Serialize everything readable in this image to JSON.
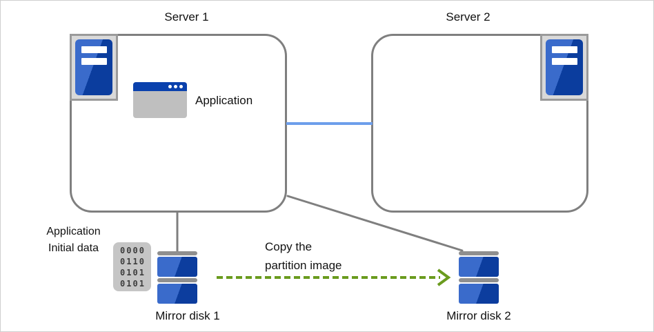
{
  "colors": {
    "box_border_gray": "#7f7f7f",
    "connector_gray": "#7f7f7f",
    "network_link_blue": "#6d9eeb",
    "copy_arrow_green": "#6a9b1e",
    "tower_blue_light": "#3a6bcb",
    "tower_blue_dark": "#0b3d9e",
    "icon_frame_fill": "#d9d9d9",
    "icon_frame_border": "#9a9a9a",
    "window_titlebar_blue": "#0a41ad",
    "window_body_gray": "#bfbfbf",
    "disk_cap_gray": "#8f8f8f",
    "binary_panel_gray": "#c5c5c5",
    "binary_text_gray": "#3d3d3d"
  },
  "nodes": {
    "server1": {
      "label": "Server 1"
    },
    "server2": {
      "label": "Server 2"
    },
    "application": {
      "label": "Application"
    },
    "initial_data": {
      "label_line1": "Application",
      "label_line2": "Initial data",
      "binary_rows": [
        "0000",
        "0110",
        "0101",
        "0101"
      ]
    },
    "mirror_disk1": {
      "label": "Mirror disk 1"
    },
    "mirror_disk2": {
      "label": "Mirror disk 2"
    }
  },
  "annotations": {
    "copy_arrow": {
      "label_line1": "Copy the",
      "label_line2": "partition image"
    }
  }
}
